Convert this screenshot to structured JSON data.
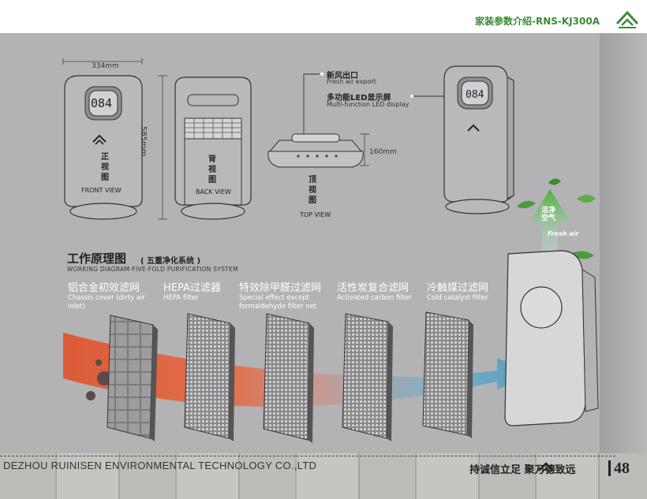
{
  "header": {
    "title": "家装参数介绍-RNS-KJ300A"
  },
  "dimensions": {
    "width": "334mm",
    "height": "585mm",
    "top_height": "160mm"
  },
  "views": {
    "front": {
      "cn": [
        "正",
        "视",
        "图"
      ],
      "en": "FRONT VIEW"
    },
    "back": {
      "cn": [
        "背",
        "视",
        "图"
      ],
      "en": "BACK VIEW"
    },
    "top": {
      "cn": [
        "顶",
        "视",
        "图"
      ],
      "en": "TOP VIEW"
    }
  },
  "display_number": "084",
  "callouts": [
    {
      "cn": "新风出口",
      "en": "Fresh air export"
    },
    {
      "cn": "多功能LED显示屏",
      "en": "Multi-function LED display"
    }
  ],
  "section": {
    "title": "工作原理图",
    "subtitle": "( 五重净化系统 )",
    "en": "WORKING DIAGRAM-FIVE-FOLD PURIFICATION SYSTEM"
  },
  "filters": [
    {
      "cn": "铝合金初效滤网",
      "en": [
        "Chassis cover (dirty air",
        "inlet)"
      ]
    },
    {
      "cn": "HEPA过滤器",
      "en": [
        "HEPA filter"
      ]
    },
    {
      "cn": "特效除甲醛过滤网",
      "en": [
        "Special effect except",
        "formaldehyde filter net"
      ]
    },
    {
      "cn": "活性炭复合滤网",
      "en": [
        "Activated carbon filter"
      ]
    },
    {
      "cn": "冷触媒过滤网",
      "en": [
        "Cold catalyst filter"
      ]
    }
  ],
  "fresh_badge": {
    "line1": "洁净",
    "line2": "空气",
    "en": "Fresh air"
  },
  "footer": {
    "company": "DEZHOU RUINISEN ENVIRONMENTAL TECHNOLOGY CO.,LTD",
    "slogan": "持诚信立足   聚万德致远",
    "page": "48"
  },
  "colors": {
    "brand_green": "#3d8a35",
    "wall": "#b3b3b5",
    "dirty_air": "#e0532c",
    "clean_air": "#4a9bbd"
  }
}
